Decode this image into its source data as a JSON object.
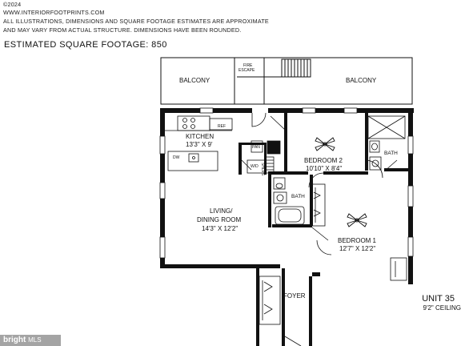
{
  "disclaimer": {
    "copyright": "©2024",
    "website": "WWW.INTERIORFOOTPRINTS.COM",
    "line1": "ALL ILLUSTRATIONS, DIMENSIONS AND SQUARE FOOTAGE ESTIMATES ARE APPROXIMATE",
    "line2": "AND MAY VARY FROM ACTUAL STRUCTURE. DIMENSIONS HAVE BEEN ROUNDED."
  },
  "square_footage": "ESTIMATED SQUARE FOOTAGE: 850",
  "rooms": {
    "balcony_left": "BALCONY",
    "balcony_right": "BALCONY",
    "fire_escape_1": "FIRE",
    "fire_escape_2": "ESCAPE",
    "kitchen": "KITCHEN",
    "kitchen_dim": "13'3\" X 9'",
    "ref": "REF",
    "dw": "DW",
    "pan": "PAN",
    "wd": "W/D",
    "shlvs": "SHLVS",
    "bedroom2": "BEDROOM 2",
    "bedroom2_dim": "10'10\" X 8'4\"",
    "bath_main": "BATH",
    "bath_ensuite": "BATH",
    "living": "LIVING/",
    "dining": "DINING ROOM",
    "living_dim": "14'3\" X 12'2\"",
    "bedroom1": "BEDROOM 1",
    "bedroom1_dim": "12'7\" X 12'2\"",
    "foyer": "FOYER"
  },
  "unit": "UNIT 35",
  "ceiling": "9'2\" CEILING",
  "watermark": {
    "brand": "bright",
    "suffix": "MLS"
  }
}
